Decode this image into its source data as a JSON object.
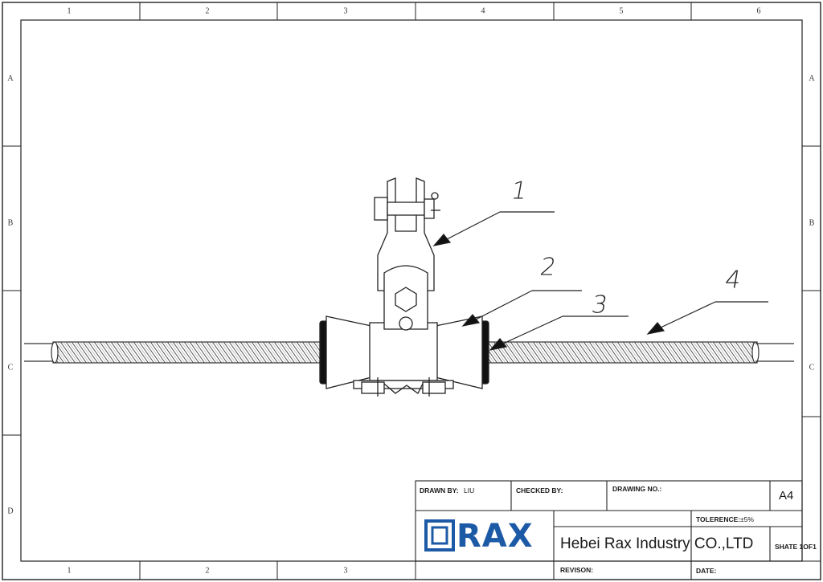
{
  "sheet": {
    "columns": [
      "1",
      "2",
      "3",
      "4",
      "5",
      "6"
    ],
    "bottom_columns": [
      "1",
      "2",
      "3"
    ],
    "rows": [
      "A",
      "B",
      "C",
      "D"
    ]
  },
  "callouts": [
    "1",
    "2",
    "3",
    "4"
  ],
  "title_block": {
    "drawn_by_label": "DRAWN BY:",
    "drawn_by_value": "LIU",
    "checked_by_label": "CHECKED BY:",
    "drawing_no_label": "DRAWING NO.:",
    "paper_size": "A4",
    "tolerance_label": "TOLERENCE:",
    "tolerance_value": "±5%",
    "company": "Hebei Rax Industry CO.,LTD",
    "sheet": "SHATE 1OF1",
    "revision_label": "REVISON:",
    "date_label": "DATE:",
    "logo_text": "RAX"
  },
  "colors": {
    "line": "#2a2a2a",
    "logo": "#1d5aa6"
  }
}
